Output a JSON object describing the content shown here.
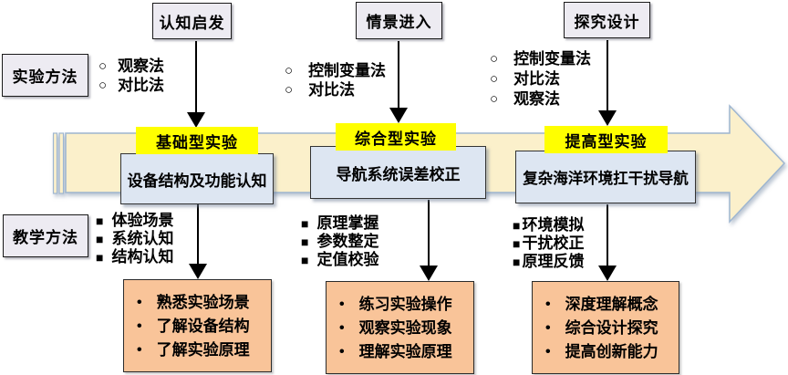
{
  "row_labels": {
    "experiment_method": "实验方法",
    "teaching_method": "教学方法"
  },
  "icons": {
    "circle_bullet": "○",
    "square_bullet": "■",
    "dot_bullet": "•"
  },
  "colors": {
    "arrow_fill": "#FBF0CB",
    "arrow_stroke": "#9EB6D0",
    "stage_label_bg": "#FFFF00",
    "experiment_box_bg": "#DDE6F2",
    "outcome_box_bg": "#F9C499",
    "phase_box_bg": "#EDEBF2",
    "line_color": "#000000"
  },
  "stages": [
    {
      "phase": "认知启发",
      "methods": [
        "观察法",
        "对比法"
      ],
      "level": "基础型实验",
      "experiment": "设备结构及功能认知",
      "teaching": [
        "体验场景",
        "系统认知",
        "结构认知"
      ],
      "outcomes": [
        "熟悉实验场景",
        "了解设备结构",
        "了解实验原理"
      ]
    },
    {
      "phase": "情景进入",
      "methods": [
        "控制变量法",
        "对比法"
      ],
      "level": "综合型实验",
      "experiment": "导航系统误差校正",
      "teaching": [
        "原理掌握",
        "参数整定",
        "定值校验"
      ],
      "outcomes": [
        "练习实验操作",
        "观察实验现象",
        "理解实验原理"
      ]
    },
    {
      "phase": "探究设计",
      "methods": [
        "控制变量法",
        "对比法",
        "观察法"
      ],
      "level": "提高型实验",
      "experiment": "复杂海洋环境扛干扰导航",
      "teaching": [
        "环境模拟",
        "干扰校正",
        "原理反馈"
      ],
      "outcomes": [
        "深度理解概念",
        "综合设计探究",
        "提高创新能力"
      ]
    }
  ]
}
